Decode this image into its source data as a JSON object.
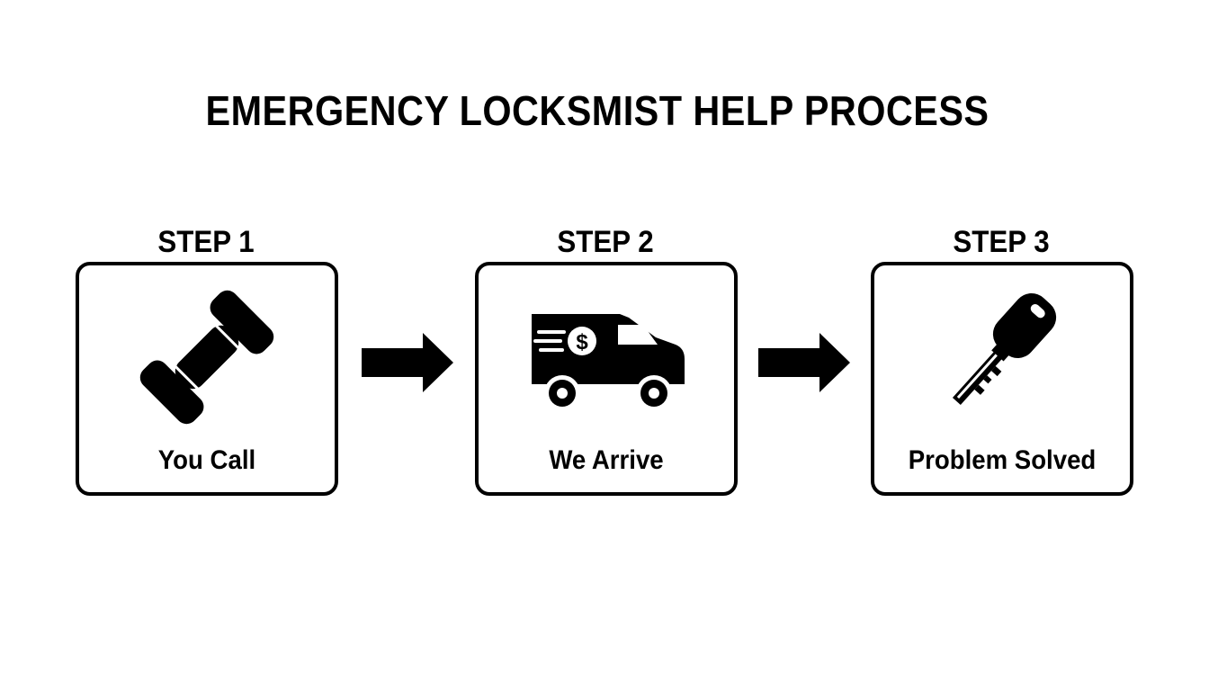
{
  "title": "EMERGENCY LOCKSMIST HELP PROCESS",
  "steps": [
    {
      "label": "STEP 1",
      "caption": "You Call",
      "icon": "phone-handset-icon"
    },
    {
      "label": "STEP 2",
      "caption": "We Arrive",
      "icon": "delivery-van-icon"
    },
    {
      "label": "STEP 3",
      "caption": "Problem Solved",
      "icon": "key-icon"
    }
  ],
  "van_badge_symbol": "$",
  "colors": {
    "foreground": "#000000",
    "background": "#ffffff"
  }
}
